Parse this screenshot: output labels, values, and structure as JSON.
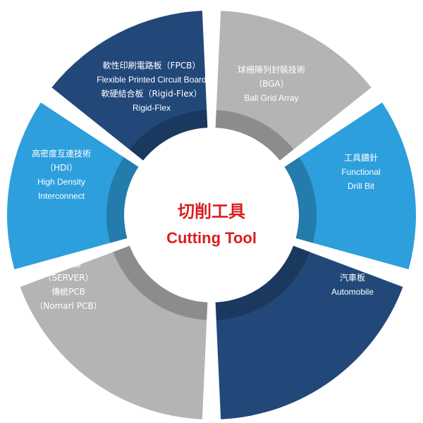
{
  "center": {
    "title_cn": "切削工具",
    "title_en": "Cutting Tool"
  },
  "segments": [
    {
      "id": "fpcb",
      "color": "#22487a",
      "lines": [
        "軟性印刷電路板（FPCB）",
        "Flexible Printed Circuit Board",
        "軟硬結合板（Rigid-Flex）",
        "Rigid-Flex"
      ]
    },
    {
      "id": "bga",
      "color": "#b2b4b6",
      "lines": [
        "球柵陣列封裝技術",
        "（BGA）",
        "Ball Grid Array"
      ]
    },
    {
      "id": "drill",
      "color": "#2d9fdd",
      "lines": [
        "工具鑽針",
        "Functional",
        "Drill Bit"
      ]
    },
    {
      "id": "auto",
      "color": "#22487a",
      "lines": [
        "汽車板",
        "Automobile"
      ]
    },
    {
      "id": "server",
      "color": "#b2b4b6",
      "lines": [
        "伺服器",
        "（SERVER）",
        "傳統PCB",
        "（Nomarl PCB）"
      ]
    },
    {
      "id": "hdi",
      "color": "#2d9fdd",
      "lines": [
        "高密度互連技術",
        "（HDI）",
        "High Density",
        "Interconnect"
      ]
    }
  ]
}
